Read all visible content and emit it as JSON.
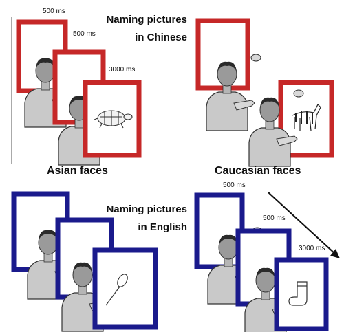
{
  "colors": {
    "red_frame": "#c62828",
    "blue_frame": "#1a1a8c",
    "figure_fill": "#c9c9c9",
    "figure_stroke": "#333333"
  },
  "panels": {
    "top_left": {
      "timings": [
        "500 ms",
        "500 ms",
        "3000 ms"
      ],
      "heading": [
        "Naming pictures",
        "in Chinese"
      ],
      "caption": "Asian faces",
      "frame_color": "red",
      "picture": "turtle-drawing"
    },
    "top_right": {
      "caption": "Caucasian faces",
      "frame_color": "red",
      "picture": "zebra-drawing"
    },
    "bottom_left": {
      "heading": [
        "Naming pictures",
        "in English"
      ],
      "frame_color": "blue",
      "picture": "spoon-drawing"
    },
    "bottom_right": {
      "timings": [
        "500 ms",
        "500 ms",
        "3000 ms"
      ],
      "frame_color": "blue",
      "picture": "sock-drawing"
    }
  }
}
